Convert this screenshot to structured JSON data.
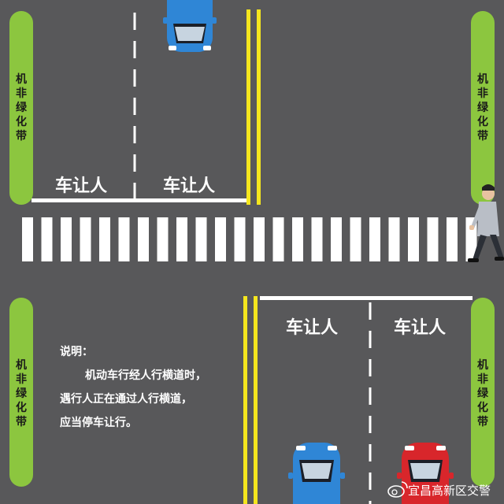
{
  "labels": {
    "green_belt": "机非绿化带",
    "yield": "车让人"
  },
  "note": {
    "title": "说明：",
    "line1": "机动车行经人行横道时，",
    "line2": "遇行人正在通过人行横道，",
    "line3": "应当停车让行。"
  },
  "watermark": "宜昌高新区交警",
  "colors": {
    "road": "#58585a",
    "green_belt": "#8cc63f",
    "center_line": "#f5e61e",
    "blue_car": "#2f86d6",
    "red_car": "#d8262b"
  },
  "icons": {
    "watermark_icon": "weibo-icon"
  }
}
